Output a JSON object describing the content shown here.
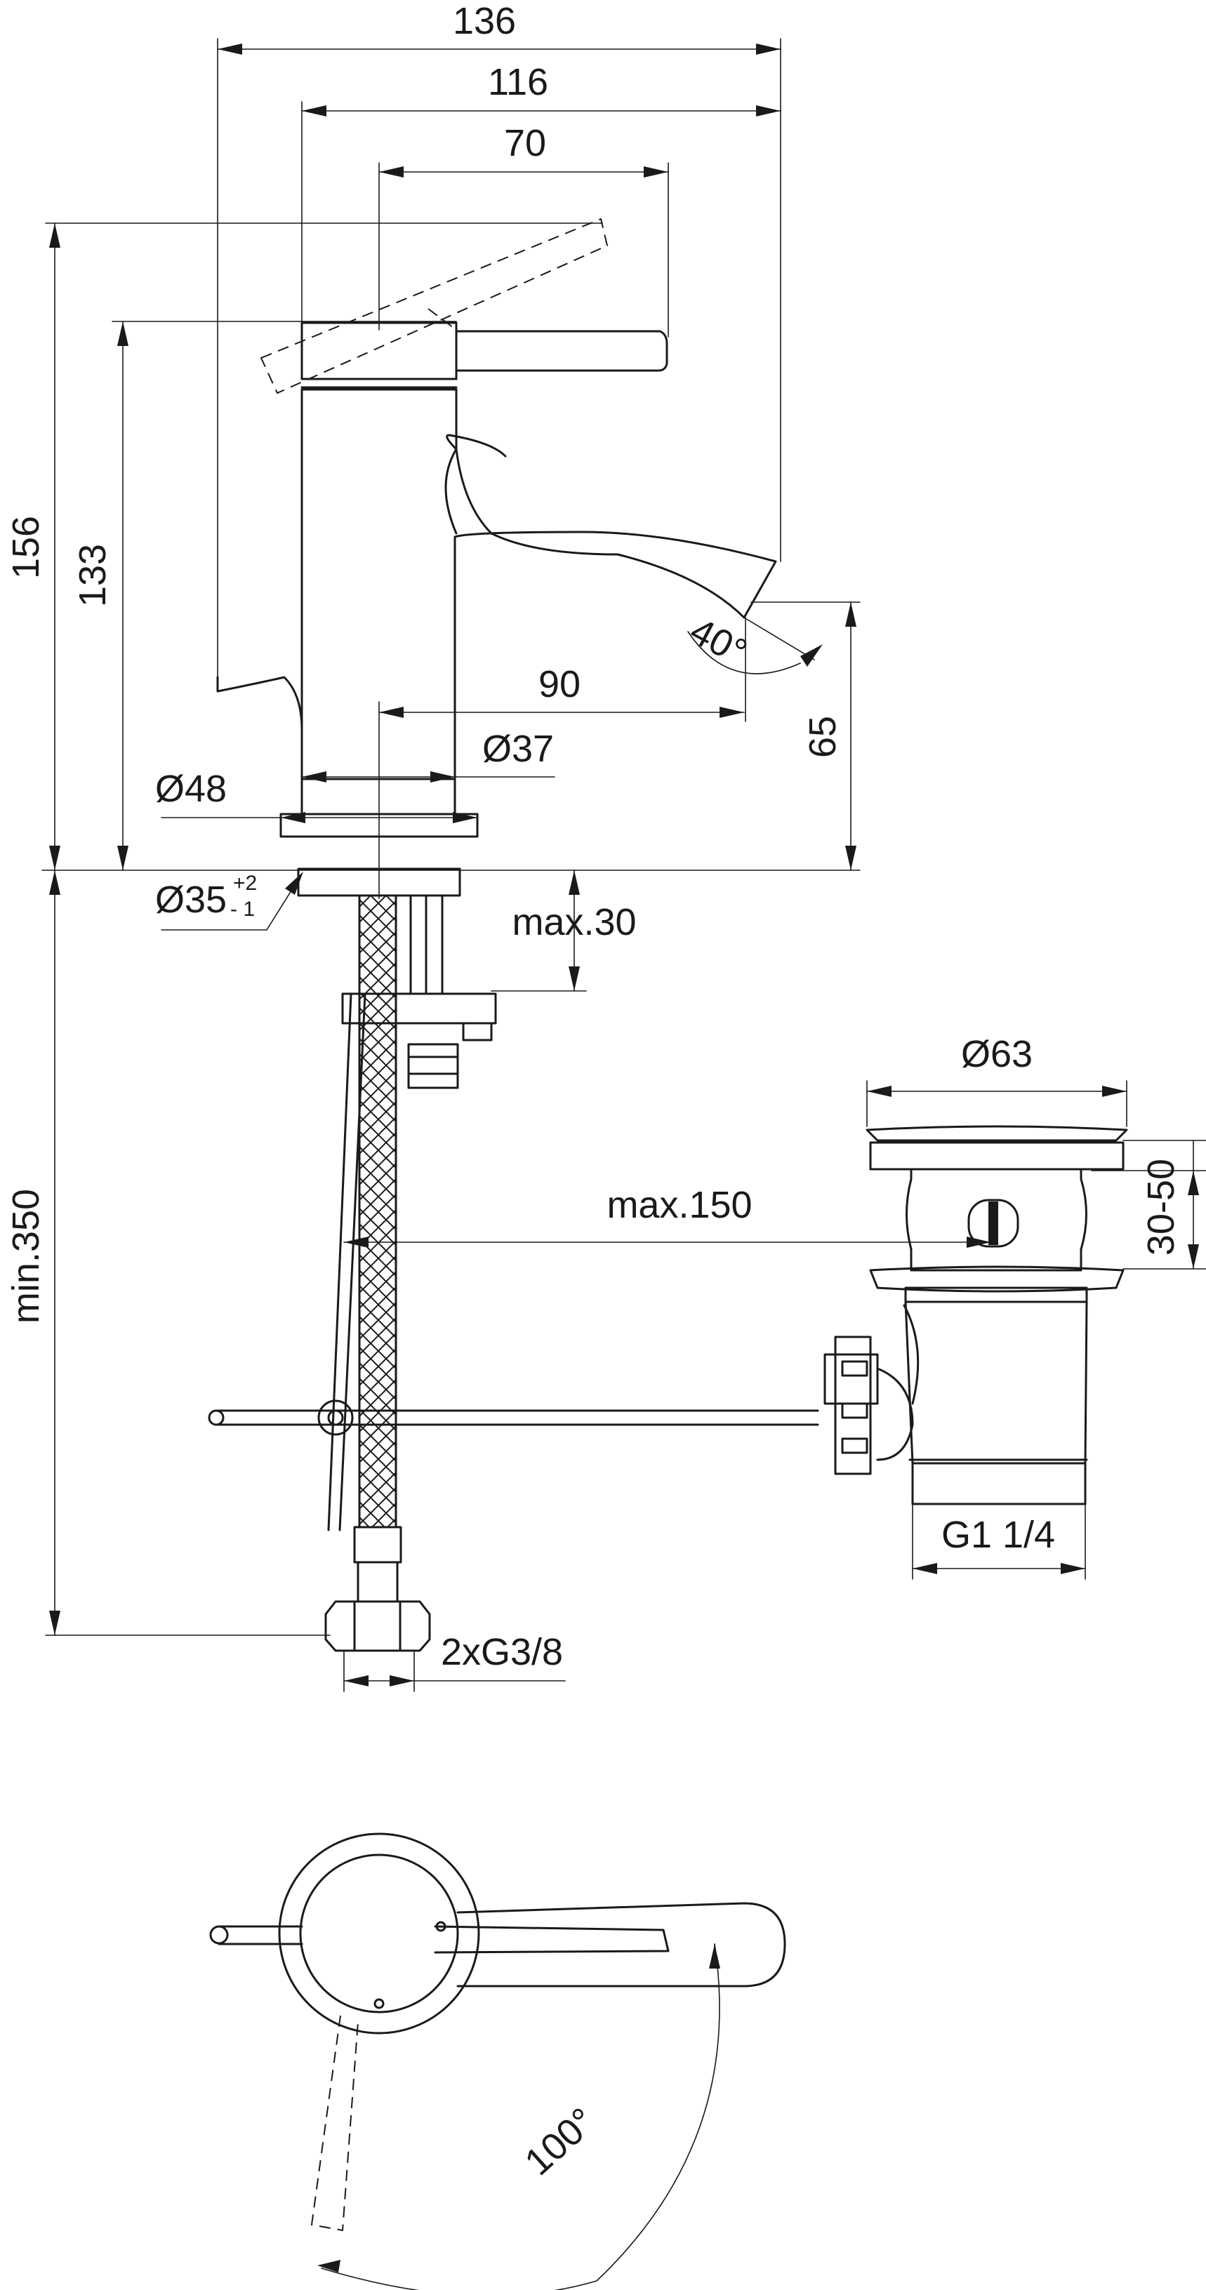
{
  "dimensions": {
    "d136": "136",
    "d116": "116",
    "d70": "70",
    "d156": "156",
    "d133": "133",
    "angle40": "40°",
    "d90": "90",
    "d65": "65",
    "dia37": "Ø37",
    "dia48": "Ø48",
    "dia35": "Ø35",
    "tol_plus": "+2",
    "tol_minus": "- 1",
    "max30": "max.30",
    "dia63": "Ø63",
    "range3050": "30-50",
    "max150": "max.150",
    "min350": "min.350",
    "thread_waste": "G1 1/4",
    "thread_hoses": "2xG3/8",
    "angle100": "100°"
  },
  "colors": {
    "line": "#1a1a1a",
    "background": "#ffffff"
  }
}
